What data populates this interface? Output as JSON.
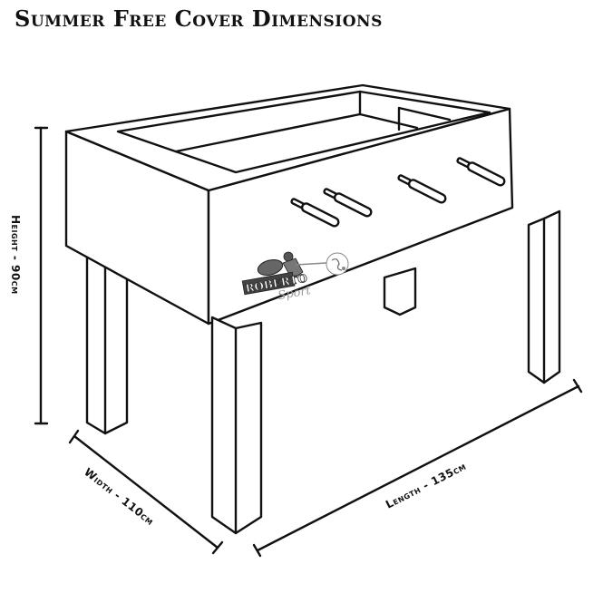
{
  "title": "Summer Free Cover Dimensions",
  "dimensions": {
    "height": {
      "label": "Height - 90cm",
      "value": 90,
      "unit": "cm"
    },
    "width": {
      "label": "Width - 110cm",
      "value": 110,
      "unit": "cm"
    },
    "length": {
      "label": "Length - 135cm",
      "value": 135,
      "unit": "cm"
    }
  },
  "logo": {
    "brand": "ROBERTO",
    "sub": "Sport"
  },
  "colors": {
    "line": "#111111",
    "background": "#ffffff"
  }
}
